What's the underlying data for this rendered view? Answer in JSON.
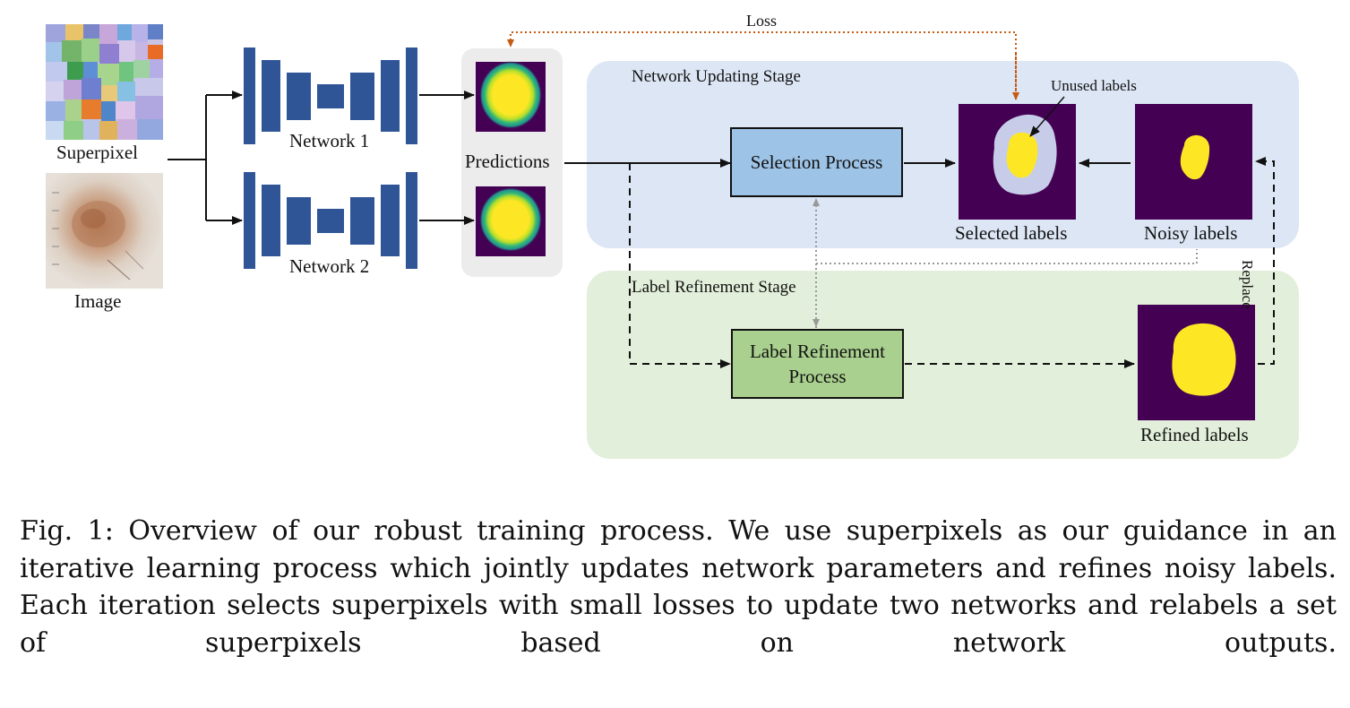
{
  "figure": {
    "input_superpixel_label": "Superpixel",
    "input_image_label": "Image",
    "network1_label": "Network 1",
    "network2_label": "Network 2",
    "predictions_label": "Predictions",
    "loss_label": "Loss",
    "network_updating_stage_label": "Network Updating Stage",
    "label_refinement_stage_label": "Label Refinement Stage",
    "selection_process_label": "Selection Process",
    "label_refinement_process_line1": "Label Refinement",
    "label_refinement_process_line2": "Process",
    "selected_labels_label": "Selected labels",
    "noisy_labels_label": "Noisy labels",
    "unused_labels_label": "Unused labels",
    "refined_labels_label": "Refined labels",
    "replace_label": "Replace",
    "colors": {
      "network_updating_bg": "#dce6f4",
      "label_refinement_bg": "#e2efda",
      "selection_box": "#9dc3e6",
      "refinement_box": "#a9d08e",
      "network_blocks": "#2f5597",
      "loss_arrow": "#c55a11",
      "mask_background": "#440154",
      "mask_foreground": "#fde725",
      "predictions_panel": "#ececec"
    }
  },
  "caption": {
    "text": "Fig. 1: Overview of our robust training process. We use superpixels as our guidance in an iterative learning process which jointly updates network parameters and refines noisy labels. Each iteration selects superpixels with small losses to update two networks and relabels a set of superpixels based on network outputs."
  }
}
